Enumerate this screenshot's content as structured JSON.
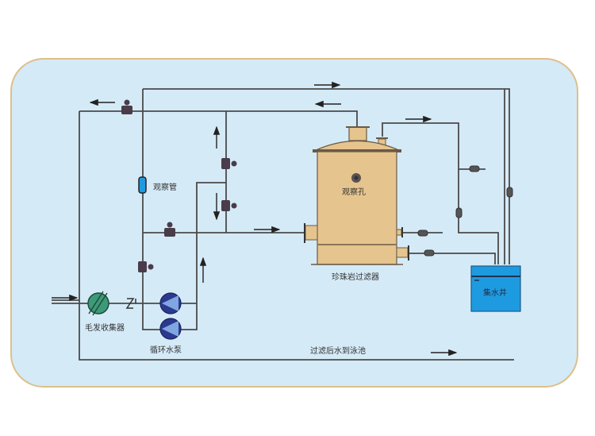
{
  "diagram": {
    "type": "swimming pool perlite filtration flow diagram",
    "labels": {
      "observation_tube": "观察管",
      "observation_hole": "观察孔",
      "perlite_filter": "珍珠岩过滤器",
      "collection_well": "集水井",
      "hair_collector": "毛发收集器",
      "circulation_pump": "循环水泵",
      "filtered_to_pool": "过滤后水到泳池"
    },
    "colors": {
      "panel_fill": "#d5eaf7",
      "panel_border": "#dcc08a",
      "pipe": "#4a4a4a",
      "tank": "#e6c48e",
      "tank_outline": "#6a5a44",
      "well": "#1e9be0",
      "pump": "#2b3a8f",
      "pump_arrow": "#7fa6e0",
      "hair_collector": "#3d9a78",
      "observation_tube": "#1e9be0",
      "valve": "#4a3c4a"
    }
  }
}
